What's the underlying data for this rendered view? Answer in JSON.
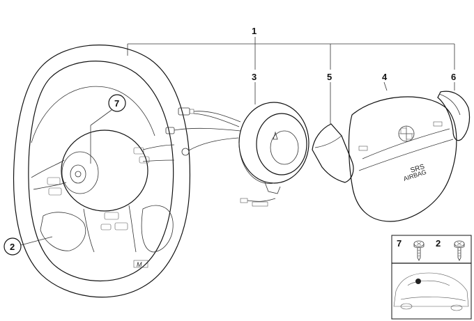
{
  "callouts": {
    "c1": "1",
    "c2": "2",
    "c3": "3",
    "c4": "4",
    "c5": "5",
    "c6": "6",
    "c7": "7"
  },
  "airbag_label": {
    "line1": "SRS",
    "line2": "AIRBAG"
  },
  "inset": {
    "screw7_num": "7",
    "screw2_num": "2"
  },
  "emblem_text": "M"
}
